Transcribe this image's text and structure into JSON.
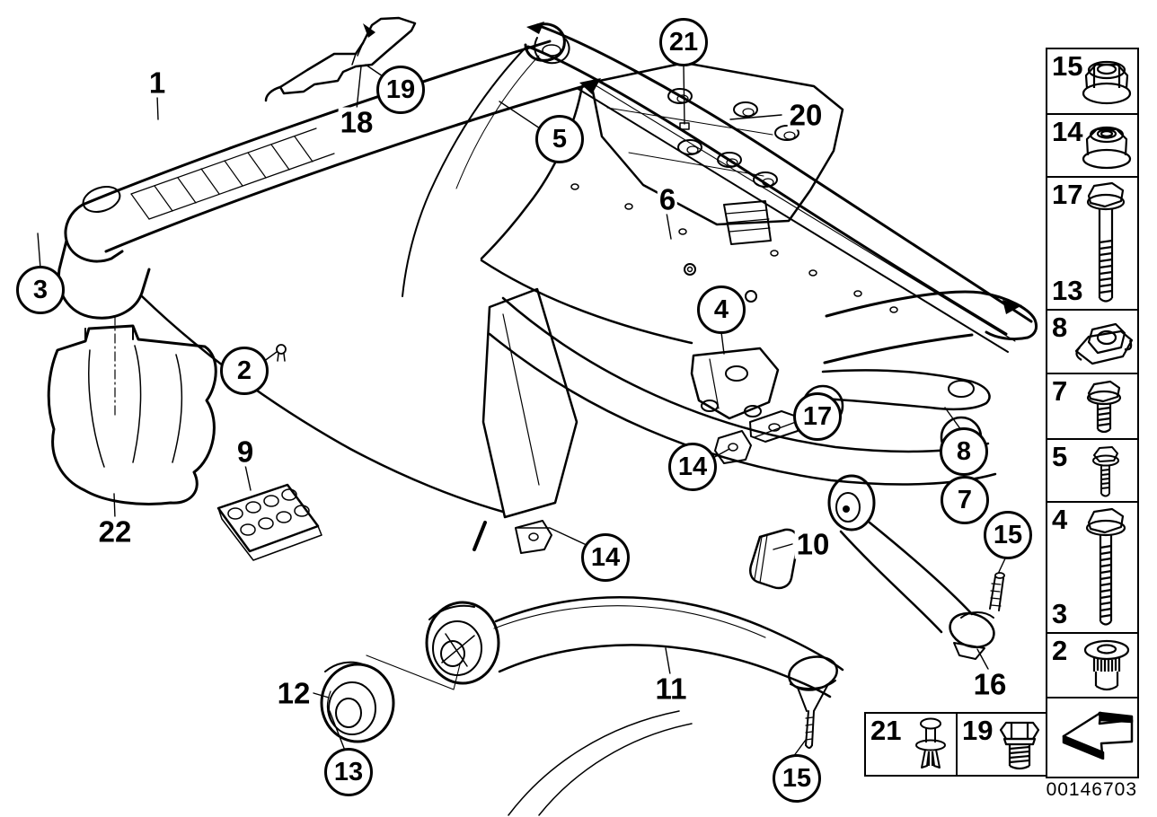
{
  "diagram": {
    "image_number": "00146703",
    "colors": {
      "ink": "#000000",
      "paper": "#ffffff"
    },
    "callouts": [
      {
        "label": "1",
        "style": "plain"
      },
      {
        "label": "18",
        "style": "plain"
      },
      {
        "label": "19",
        "style": "circled"
      },
      {
        "label": "21",
        "style": "circled"
      },
      {
        "label": "20",
        "style": "plain"
      },
      {
        "label": "5",
        "style": "circled"
      },
      {
        "label": "6",
        "style": "plain"
      },
      {
        "label": "3",
        "style": "circled"
      },
      {
        "label": "2",
        "style": "circled"
      },
      {
        "label": "4",
        "style": "circled"
      },
      {
        "label": "17",
        "style": "circled"
      },
      {
        "label": "14",
        "style": "circled"
      },
      {
        "label": "8",
        "style": "circled"
      },
      {
        "label": "7",
        "style": "circled"
      },
      {
        "label": "15",
        "style": "circled"
      },
      {
        "label": "14",
        "style": "circled"
      },
      {
        "label": "9",
        "style": "plain"
      },
      {
        "label": "22",
        "style": "plain"
      },
      {
        "label": "10",
        "style": "plain"
      },
      {
        "label": "12",
        "style": "plain"
      },
      {
        "label": "13",
        "style": "circled"
      },
      {
        "label": "11",
        "style": "plain"
      },
      {
        "label": "16",
        "style": "plain"
      },
      {
        "label": "15",
        "style": "circled"
      }
    ],
    "sidebar_cells": [
      {
        "numbers": [
          "15"
        ],
        "icon": "flange-lock-nut-icon"
      },
      {
        "numbers": [
          "14"
        ],
        "icon": "flange-nut-icon"
      },
      {
        "numbers": [
          "17",
          "13"
        ],
        "icon": "long-hex-bolt-icon"
      },
      {
        "numbers": [
          "8"
        ],
        "icon": "cage-nut-icon"
      },
      {
        "numbers": [
          "7"
        ],
        "icon": "flange-bolt-icon"
      },
      {
        "numbers": [
          "5"
        ],
        "icon": "thin-long-bolt-icon"
      },
      {
        "numbers": [
          "4",
          "3"
        ],
        "icon": "extra-long-bolt-icon"
      },
      {
        "numbers": [
          "2"
        ],
        "icon": "rivet-nut-icon"
      },
      {
        "numbers": [],
        "icon": "nav-arrow-icon"
      }
    ],
    "bottom_cells": [
      {
        "number": "21",
        "icon": "expansion-rivet-icon"
      },
      {
        "number": "19",
        "icon": "hex-bolt-icon"
      }
    ]
  }
}
